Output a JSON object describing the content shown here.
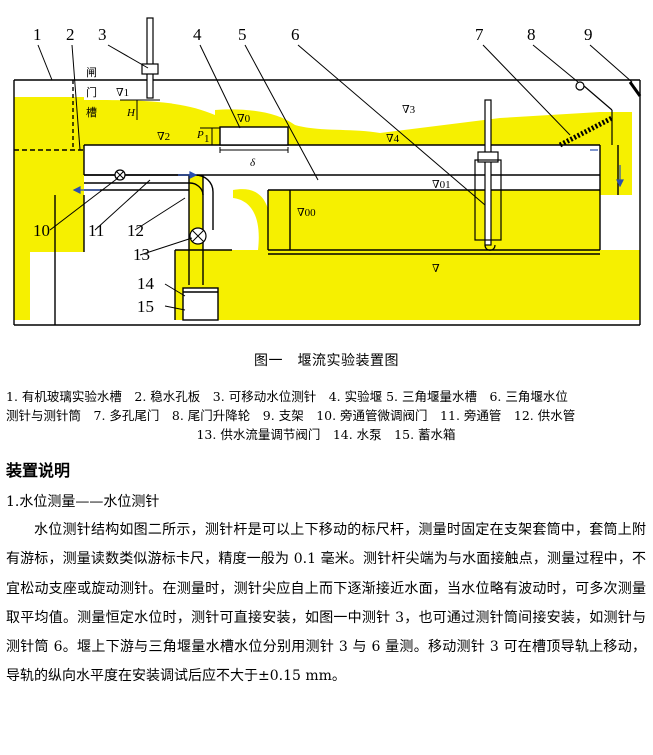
{
  "figure": {
    "callouts": [
      "1",
      "2",
      "3",
      "4",
      "5",
      "6",
      "7",
      "8",
      "9",
      "10",
      "11",
      "12",
      "13",
      "14",
      "15"
    ],
    "gate_label": [
      "闸",
      "门",
      "槽"
    ],
    "symbols": {
      "v1": "∇1",
      "v2": "∇2",
      "v0": "∇0",
      "v3": "∇3",
      "v4": "∇4",
      "v01": "∇01",
      "v00": "∇00",
      "vb": "∇",
      "H": "H",
      "P": "P",
      "P_sub": "1",
      "delta": "δ"
    },
    "colors": {
      "water": "#f6f000",
      "line": "#000000",
      "pipe_blue": "#2a4fb0"
    }
  },
  "caption": "图一　堰流实验装置图",
  "legend": {
    "line1": "1. 有机玻璃实验水槽　2. 稳水孔板　3. 可移动水位测针　4. 实验堰 5. 三角堰量水槽　6. 三角堰水位",
    "line2": "测针与测针筒　7. 多孔尾门　8. 尾门升降轮　9. 支架　10. 旁通管微调阀门　11. 旁通管　12. 供水管",
    "line3": "13. 供水流量调节阀门　14. 水泵　15. 蓄水箱"
  },
  "heading": "装置说明",
  "subheading": "1.水位测量——水位测针",
  "paragraph": "水位测针结构如图二所示，测针杆是可以上下移动的标尺杆，测量时固定在支架套筒中，套筒上附有游标，测量读数类似游标卡尺，精度一般为 0.1 毫米。测针杆尖端为与水面接触点，测量过程中，不宜松动支座或旋动测针。在测量时，测针尖应自上而下逐渐接近水面，当水位略有波动时，可多次测量取平均值。测量恒定水位时，测针可直接安装，如图一中测针 3，也可通过测针筒间接安装，如测针与测针筒 6。堰上下游与三角堰量水槽水位分别用测针 3 与 6 量测。移动测针 3 可在槽顶导轨上移动，导轨的纵向水平度在安装调试后应不大于±0.15 mm。"
}
